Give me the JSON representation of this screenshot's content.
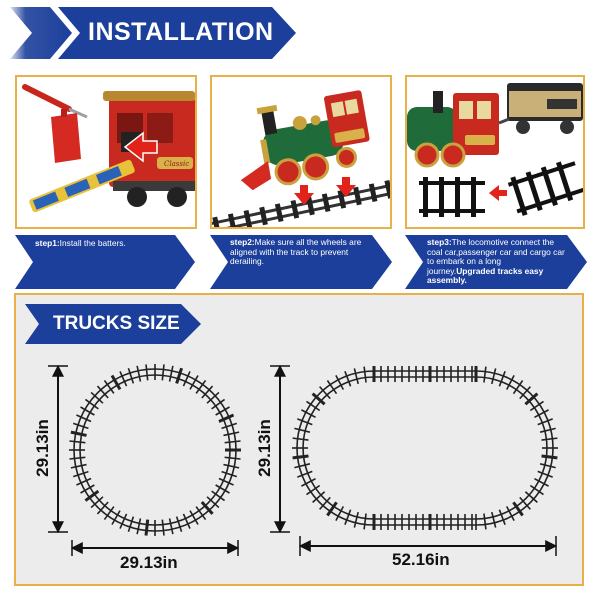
{
  "installation": {
    "title": "INSTALLATION"
  },
  "steps": [
    {
      "prefix": "step1:",
      "text": "Install the batters.",
      "bold_text": ""
    },
    {
      "prefix": "step2:",
      "text": "Make sure all the wheels are aligned with the track to prevent derailing.",
      "bold_text": ""
    },
    {
      "prefix": "step3:",
      "text": "The locomotive connect the coal car,passenger car and cargo car to embark on a long journey.",
      "bold_text": "Upgraded tracks easy assembly."
    }
  ],
  "trucks_size": {
    "title": "TRUCKS SIZE",
    "circle": {
      "height_label": "29.13in",
      "width_label": "29.13in"
    },
    "oval": {
      "height_label": "29.13in",
      "width_label": "52.16in"
    }
  },
  "colors": {
    "banner_blue": "#1c3f9b",
    "border_gold": "#e9b04a",
    "panel_gray": "#ececec"
  },
  "locomotive_badge": "Classic"
}
